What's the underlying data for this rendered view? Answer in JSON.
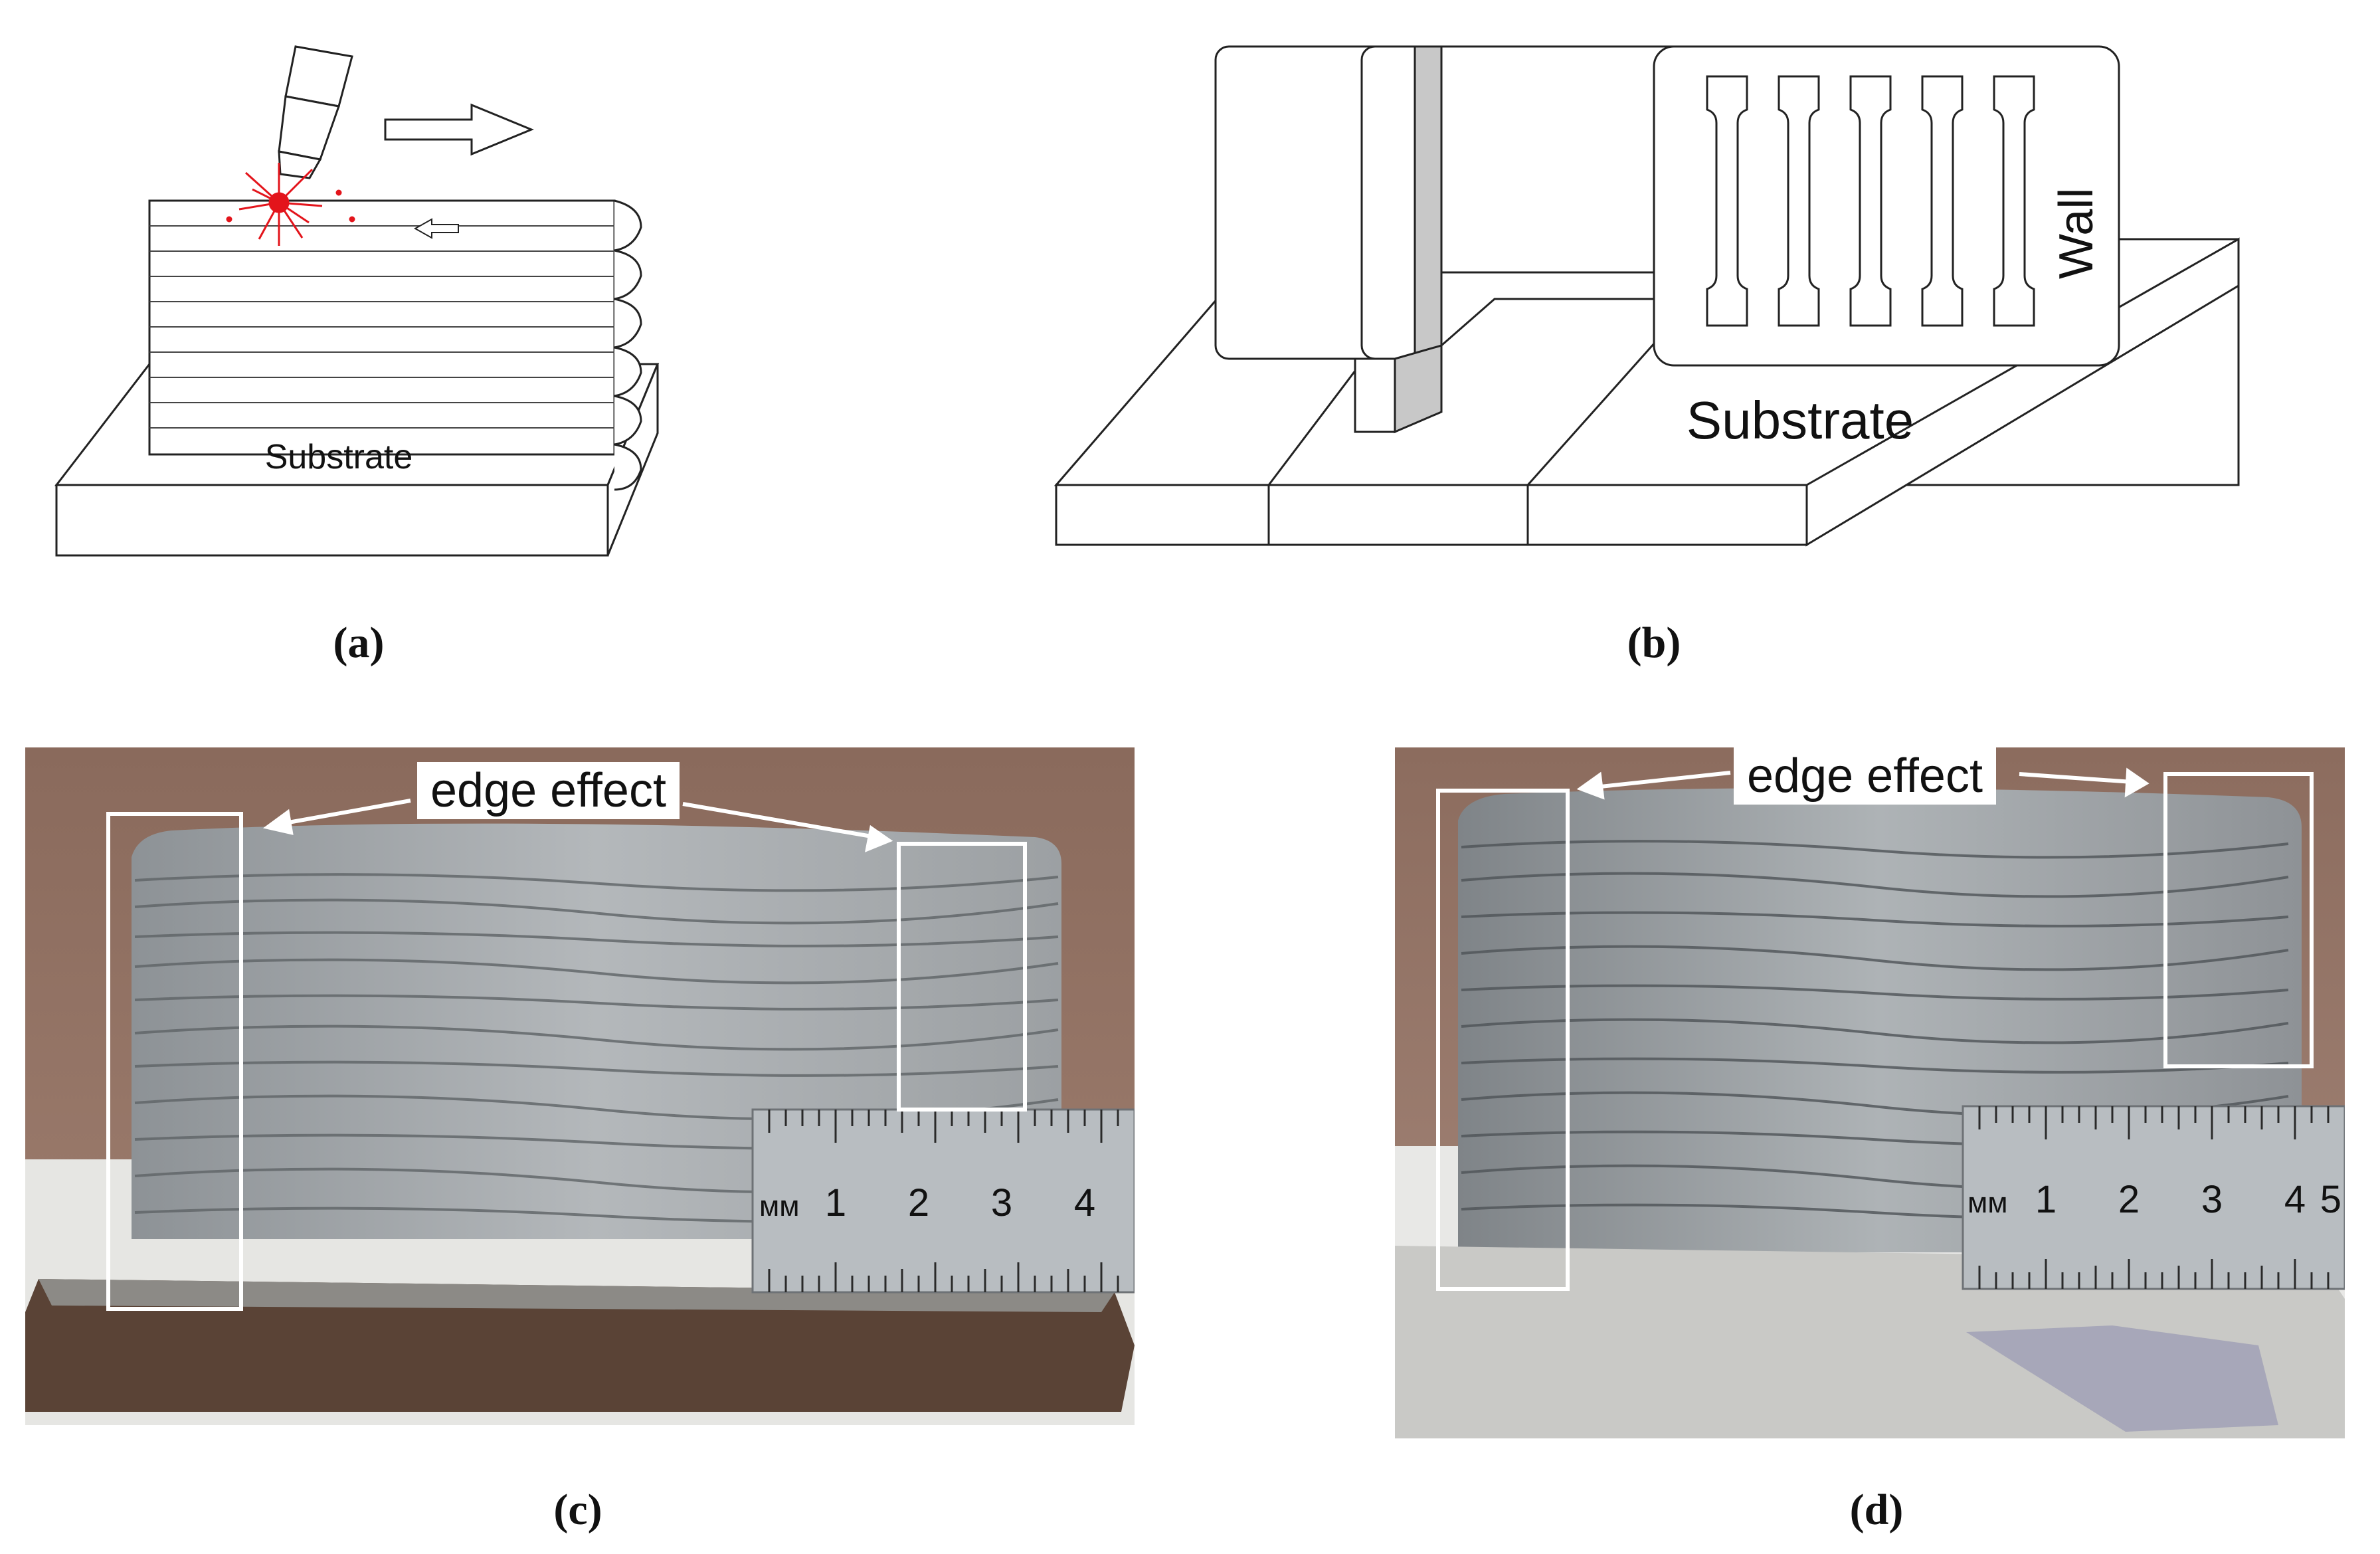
{
  "panels": {
    "a": {
      "caption": "(a)",
      "substrate_label": "Substrate",
      "components": [
        "nozzle",
        "laser-spark",
        "travel-arrow",
        "deposited-wall",
        "substrate-plate"
      ]
    },
    "b": {
      "caption": "(b)",
      "substrate_label": "Substrate",
      "wall_label": "Wall",
      "specimen_count": 5
    },
    "c": {
      "caption": "(c)",
      "annotation": "edge effect",
      "ruler_unit": "мм",
      "ruler_numbers": [
        "1",
        "2",
        "3",
        "4"
      ]
    },
    "d": {
      "caption": "(d)",
      "annotation": "edge effect",
      "ruler_unit": "мм",
      "ruler_numbers": [
        "1",
        "2",
        "3",
        "4",
        "5"
      ]
    }
  },
  "colors": {
    "line": "#222222",
    "laser": "#e3141b",
    "background_photo": "#8a6a5c",
    "metal": "#a9adb0",
    "ruler": "#b8bdc1",
    "substrate_c": "#5a4336",
    "substrate_d": "#c9c9c6"
  }
}
